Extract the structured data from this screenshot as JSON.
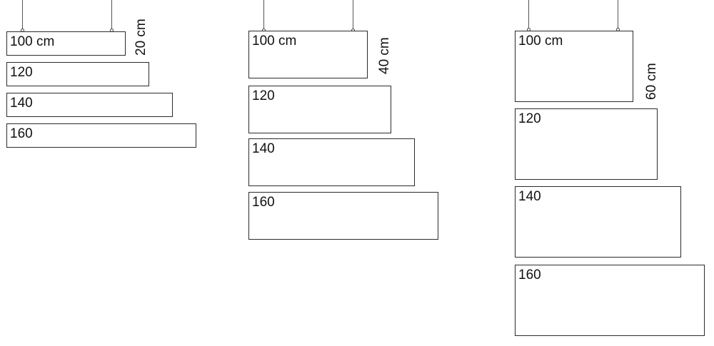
{
  "groups": [
    {
      "height_label": "20 cm",
      "panels": [
        {
          "label": "100 cm"
        },
        {
          "label": "120"
        },
        {
          "label": "140"
        },
        {
          "label": "160"
        }
      ]
    },
    {
      "height_label": "40 cm",
      "panels": [
        {
          "label": "100 cm"
        },
        {
          "label": "120"
        },
        {
          "label": "140"
        },
        {
          "label": "160"
        }
      ]
    },
    {
      "height_label": "60 cm",
      "panels": [
        {
          "label": "100 cm"
        },
        {
          "label": "120"
        },
        {
          "label": "140"
        },
        {
          "label": "160"
        }
      ]
    }
  ]
}
